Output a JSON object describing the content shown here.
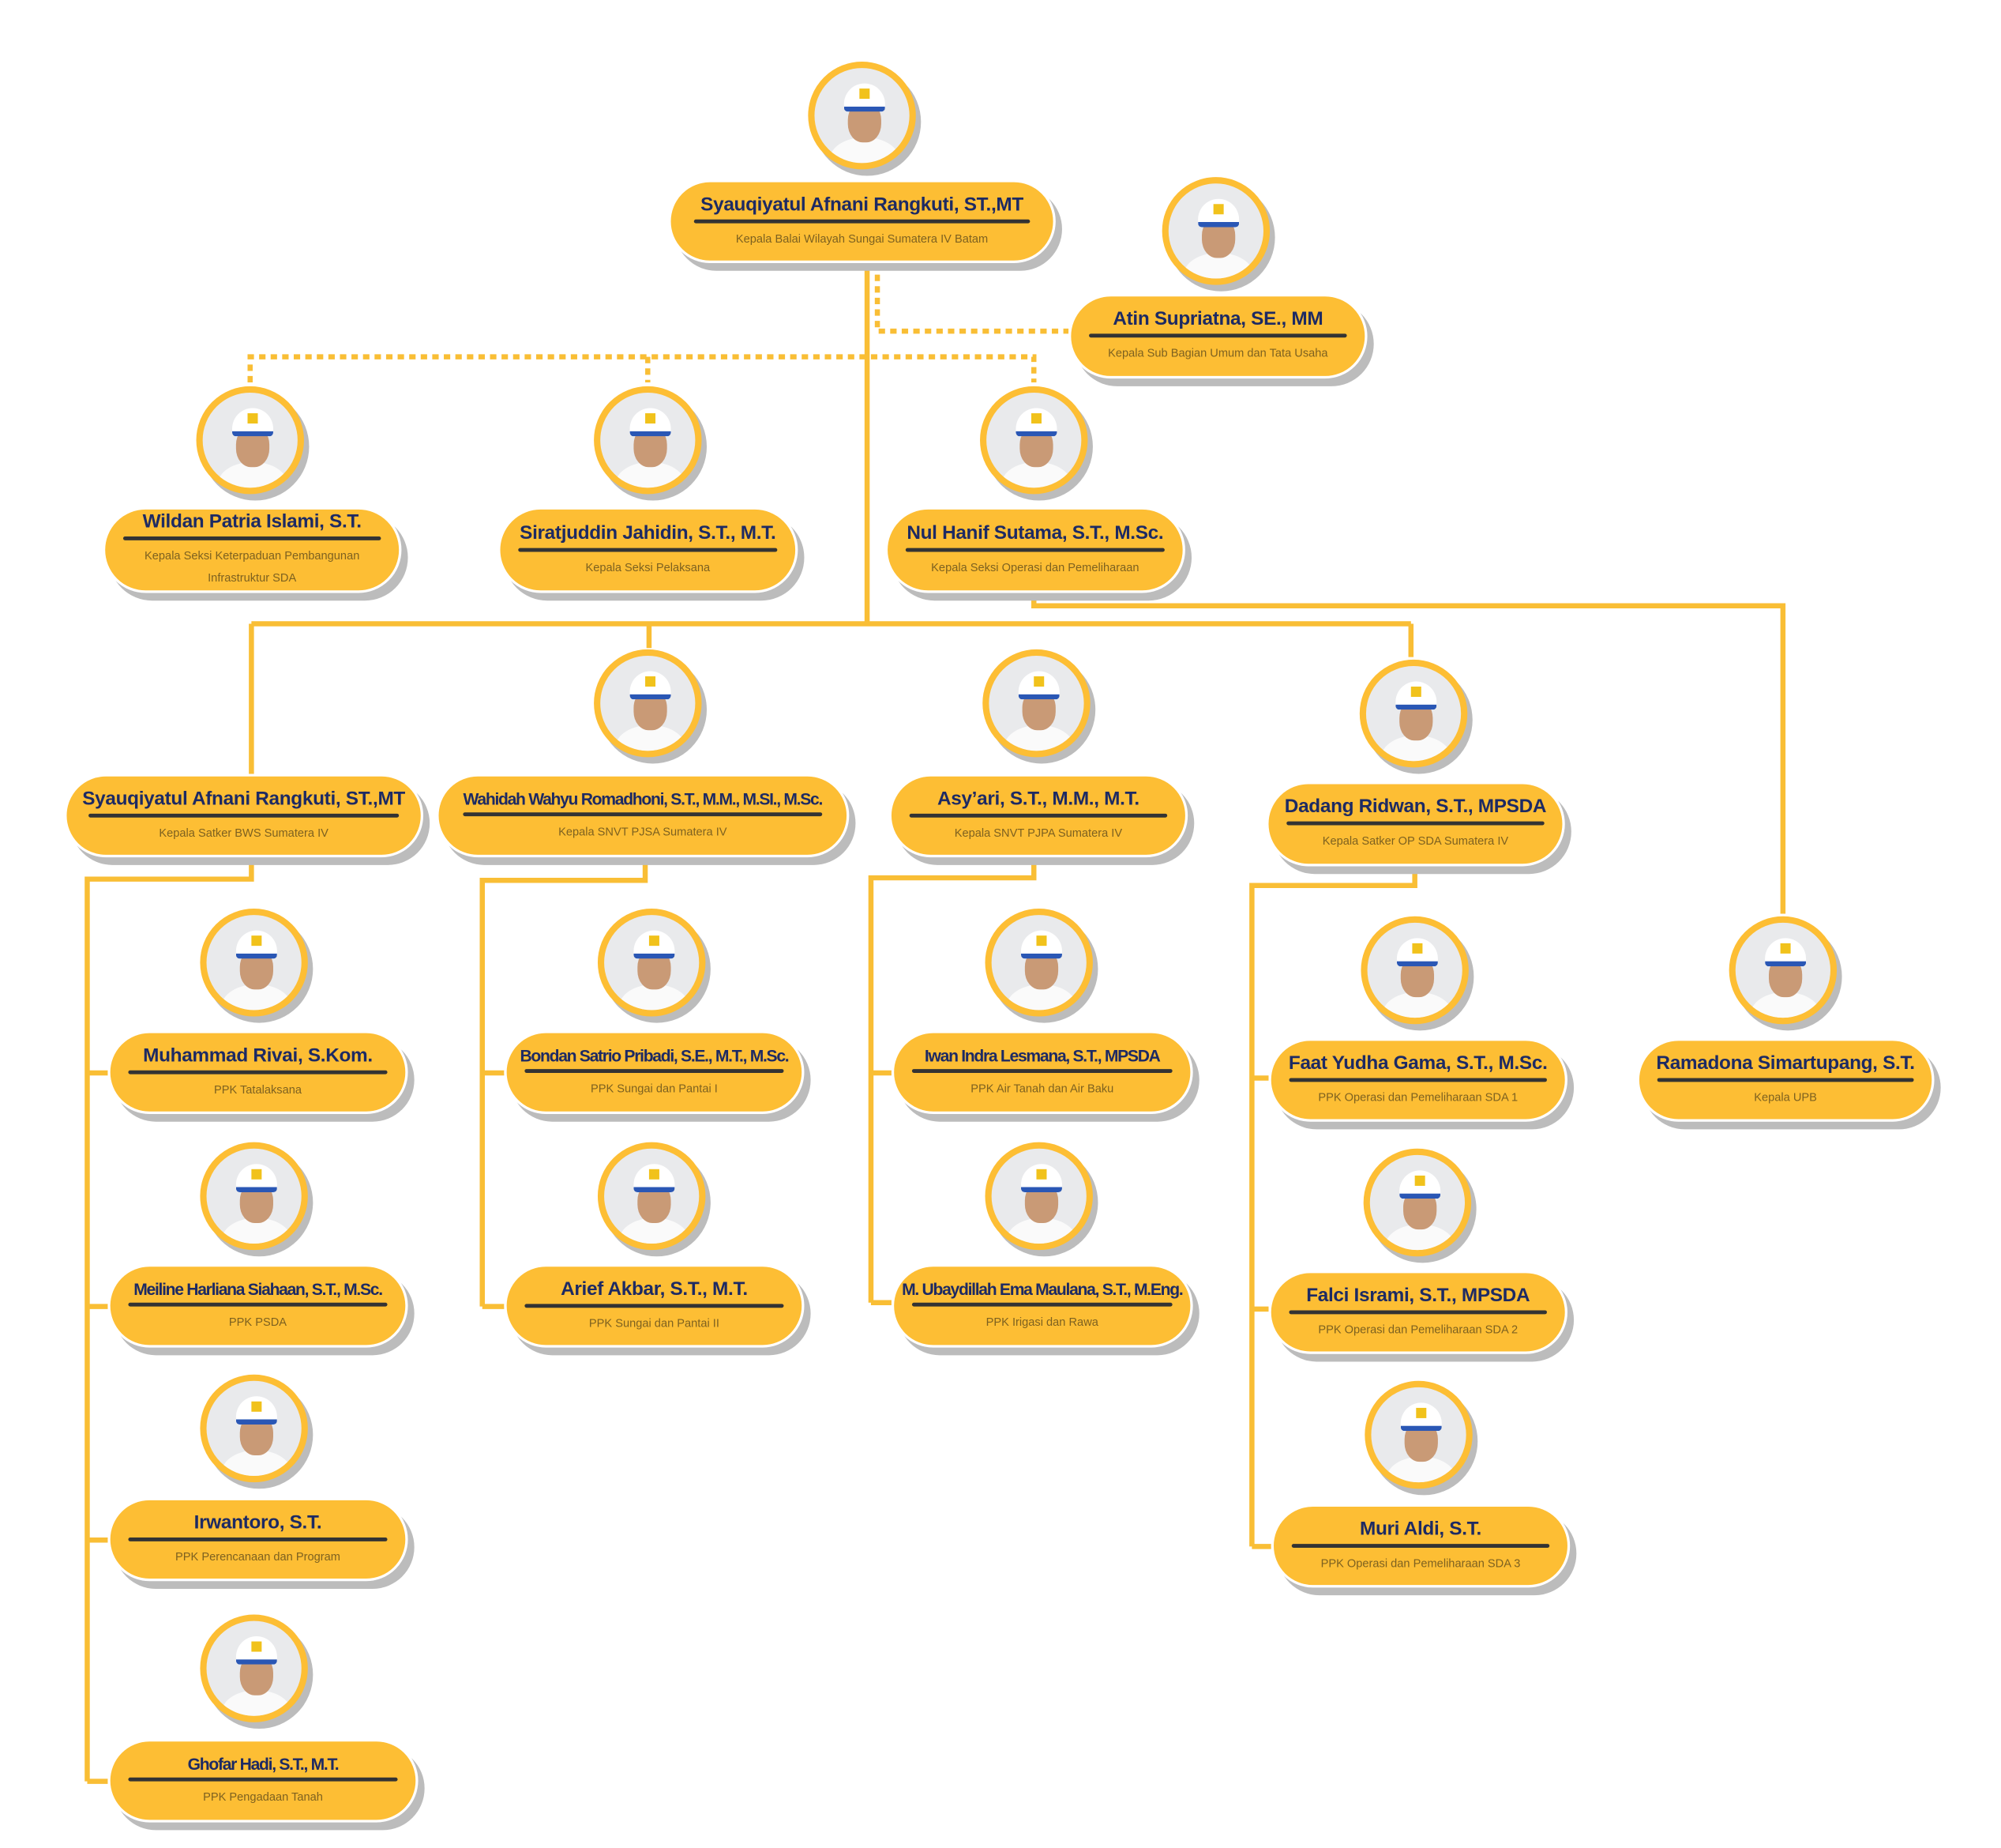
{
  "colors": {
    "accent": "#FDBE34",
    "name": "#1d2a63",
    "line": "#F9BE35"
  },
  "nodes": [
    {
      "id": "kepala-balai",
      "name": "Syauqiyatul Afnani Rangkuti, ST.,MT",
      "title": "Kepala Balai Wilayah Sungai Sumatera IV Batam",
      "photo": true
    },
    {
      "id": "kasubag-umum",
      "name": "Atin Supriatna, SE., MM",
      "title": "Kepala Sub Bagian Umum dan Tata Usaha",
      "photo": true
    },
    {
      "id": "kasi-keterpaduan",
      "name": "Wildan Patria Islami, S.T.",
      "title": "Kepala Seksi Keterpaduan Pembangunan Infrastruktur SDA",
      "photo": true
    },
    {
      "id": "kasi-pelaksana",
      "name": "Siratjuddin Jahidin, S.T., M.T.",
      "title": "Kepala Seksi Pelaksana",
      "photo": true
    },
    {
      "id": "kasi-op",
      "name": "Nul Hanif Sutama, S.T., M.Sc.",
      "title": "Kepala Seksi Operasi dan Pemeliharaan",
      "photo": true
    },
    {
      "id": "kasatker-bws",
      "name": "Syauqiyatul Afnani Rangkuti, ST.,MT",
      "title": "Kepala Satker BWS Sumatera IV",
      "photo": false
    },
    {
      "id": "kasnvt-pjsa",
      "name": "Wahidah Wahyu Romadhoni, S.T., M.M., M.SI., M.Sc.",
      "title": "Kepala SNVT PJSA Sumatera IV",
      "photo": true
    },
    {
      "id": "kasnvt-pjpa",
      "name": "Asy’ari, S.T., M.M., M.T.",
      "title": "Kepala SNVT PJPA Sumatera IV",
      "photo": true
    },
    {
      "id": "kasatker-op",
      "name": "Dadang Ridwan, S.T., MPSDA",
      "title": "Kepala Satker OP SDA Sumatera IV",
      "photo": true
    },
    {
      "id": "ppk-tatalaksana",
      "name": "Muhammad Rivai, S.Kom.",
      "title": "PPK Tatalaksana",
      "photo": true
    },
    {
      "id": "ppk-psda",
      "name": "Meiline Harliana Siahaan, S.T., M.Sc.",
      "title": "PPK PSDA",
      "photo": true
    },
    {
      "id": "ppk-perencanaan",
      "name": "Irwantoro, S.T.",
      "title": "PPK Perencanaan dan Program",
      "photo": true
    },
    {
      "id": "ppk-pengadaan",
      "name": "Ghofar Hadi, S.T., M.T.",
      "title": "PPK Pengadaan Tanah",
      "photo": true
    },
    {
      "id": "ppk-sungai-1",
      "name": "Bondan Satrio Pribadi, S.E., M.T., M.Sc.",
      "title": "PPK Sungai dan Pantai I",
      "photo": true
    },
    {
      "id": "ppk-sungai-2",
      "name": "Arief Akbar, S.T., M.T.",
      "title": "PPK Sungai dan Pantai II",
      "photo": true
    },
    {
      "id": "ppk-air-tanah",
      "name": "Iwan Indra Lesmana, S.T., MPSDA",
      "title": "PPK Air Tanah dan Air Baku",
      "photo": true
    },
    {
      "id": "ppk-irigasi",
      "name": "M. Ubaydillah Ema Maulana, S.T., M.Eng.",
      "title": "PPK Irigasi dan Rawa",
      "photo": true
    },
    {
      "id": "ppk-op-1",
      "name": "Faat Yudha Gama, S.T., M.Sc.",
      "title": "PPK Operasi dan Pemeliharaan SDA 1",
      "photo": true
    },
    {
      "id": "ppk-op-2",
      "name": "Falci Isrami, S.T., MPSDA",
      "title": "PPK Operasi dan Pemeliharaan SDA 2",
      "photo": true
    },
    {
      "id": "ppk-op-3",
      "name": "Muri Aldi, S.T.",
      "title": "PPK Operasi dan Pemeliharaan SDA 3",
      "photo": true
    },
    {
      "id": "kepala-upb",
      "name": "Ramadona Simartupang, S.T.",
      "title": "Kepala UPB",
      "photo": true
    }
  ]
}
